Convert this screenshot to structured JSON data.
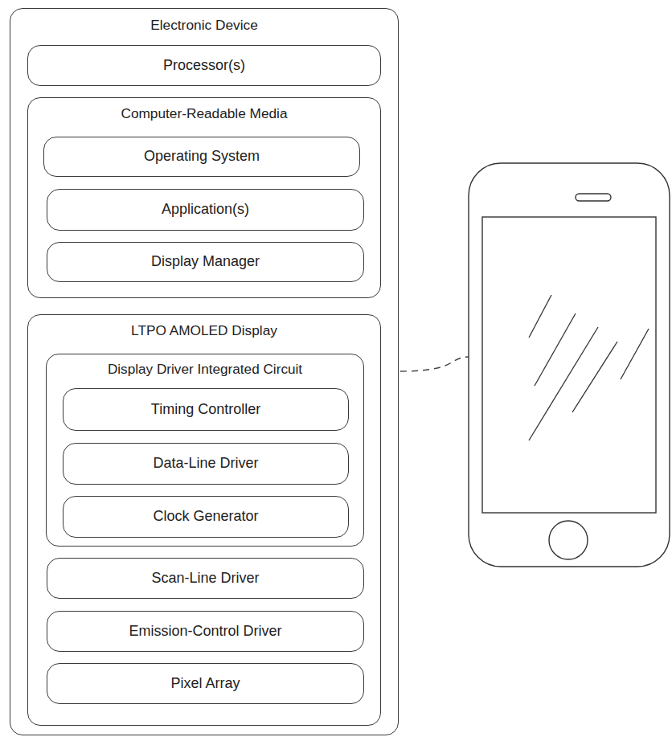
{
  "diagram": {
    "nodes": [
      {
        "text": [
          "Electronic Device"
        ]
      },
      {
        "text": [
          "Processor(s)"
        ],
        "in": 0
      },
      {
        "text": [
          "Computer-Readable Media"
        ],
        "in": 0
      },
      {
        "text": [
          "Operating System"
        ],
        "in": 2
      },
      {
        "text": [
          "Application(s)"
        ],
        "in": 2
      },
      {
        "text": [
          "Display Manager"
        ],
        "in": 2
      },
      {
        "text": [
          "LTPO AMOLED Display"
        ],
        "in": 0
      },
      {
        "text": [
          "Display Driver Integrated Circuit"
        ],
        "in": 6
      },
      {
        "text": [
          "Timing Controller"
        ],
        "in": 7
      },
      {
        "text": [
          "Data-Line Driver"
        ],
        "in": 7
      },
      {
        "text": [
          "Clock Generator"
        ],
        "in": 7
      },
      {
        "text": [
          "Scan-Line Driver"
        ],
        "in": 6
      },
      {
        "text": [
          "Emission-Control Driver"
        ],
        "in": 6
      },
      {
        "text": [
          "Pixel Array"
        ],
        "in": 6
      }
    ]
  }
}
